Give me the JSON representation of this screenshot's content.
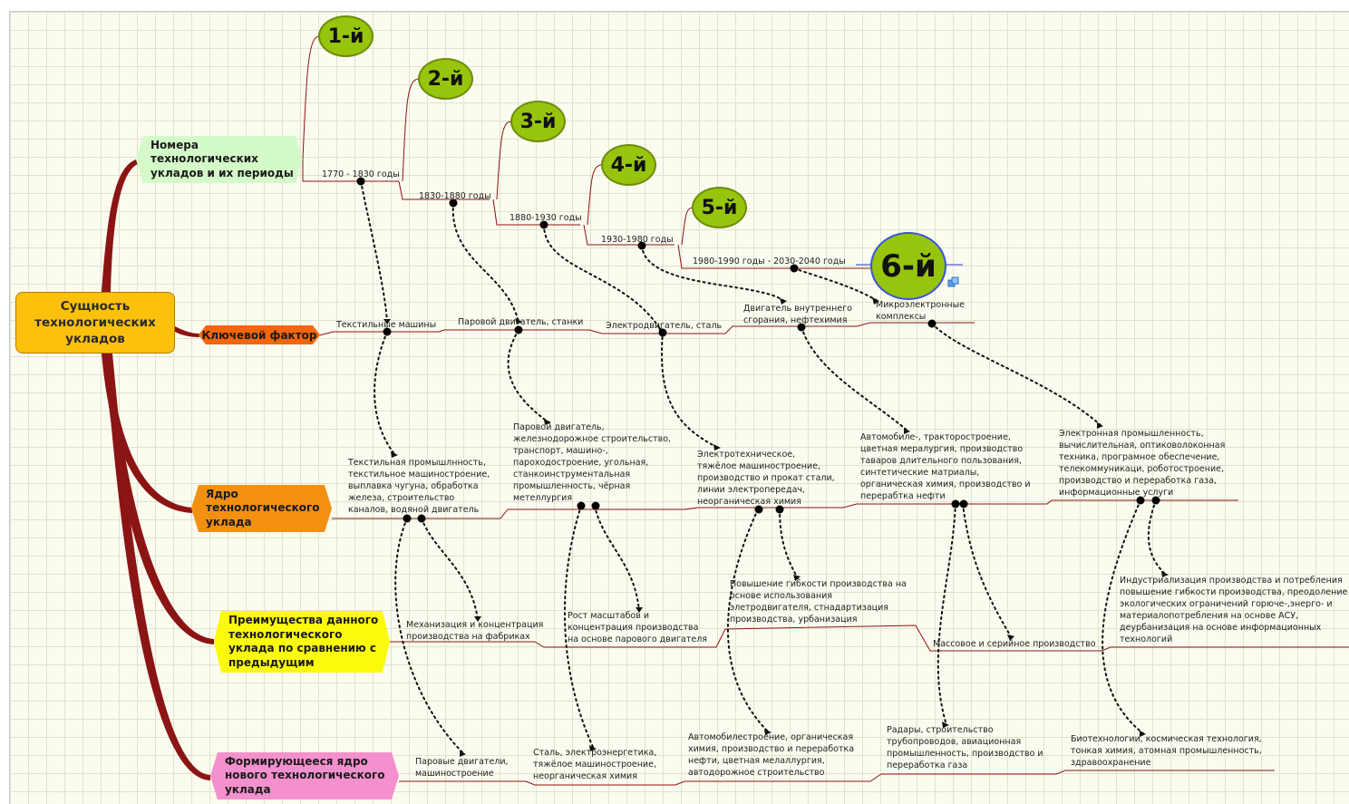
{
  "colors": {
    "root_fill": "#fcc10c",
    "periods_fill": "#d4fac9",
    "keyfactor_fill": "#f3660b",
    "core_fill": "#f39012",
    "advantages_fill": "#fbfa0a",
    "newcore_fill": "#f490cd",
    "circle_fill": "#97c40d",
    "branch": "#8b1414"
  },
  "root": {
    "label": "Сущность\nтехнологических\nукладов"
  },
  "branches": {
    "periods": "Номера\nтехнологических\nукладов и их  периоды",
    "key_factor": "Ключевой фактор",
    "core": "Ядро\nтехнологического\nуклада",
    "advantages": "Преимущества данного\nтехнологического\nуклада по сравнению с\nпредыдущим",
    "new_core": "Формирующееся ядро\nнового  технологического\nуклада"
  },
  "orders": [
    "1-й",
    "2-й",
    "3-й",
    "4-й",
    "5-й",
    "6-й"
  ],
  "periods": [
    "1770 - 1830 годы",
    "1830-1880 годы",
    "1880-1930 годы",
    "1930-1980 годы",
    "1980-1990 годы -  2030-2040 годы"
  ],
  "key_factors": [
    "Текстильные машины",
    "Паровой двигатель, станки",
    "Электродвигатель, сталь",
    "Двигатель внутреннего\nсгорания, нефтехимия",
    "Микроэлектронные\nкомплексы"
  ],
  "cores": [
    "Текстильная промышлнность,\nтекстильное машиностроение,\nвыплавка чугуна, обработка\nжелеза, строительство\nканалов, водяной двигатель",
    "Паровой двигатель,\nжелезнодорожное строительство,\nтранспорт, машино-,\nпароходостроение, угольная,\nстанкоинструментальная\nпромышленность, чёрная\nметеллургия",
    "Электротехническое,\nтяжёлое машиностроение,\nпроизводство и прокат стали,\nлинии электропередач,\nнеорганическая химия",
    "Автомобиле-, тракторостроение,\nцветная мералургия, производство\nтаваров длительного пользования,\nсинтетические матриалы,\nорганическая химия, производство и\nперерабтка нефти",
    "Электронная промышленность,\nвычислительная, оптиковолоконная\nтехника, програмное обеспечение,\nтелекоммуникаци, роботостроение,\nпроизводство и переработка газа,\nинформационные услуги"
  ],
  "advantages": [
    "Механизация и концентрация\nпроизводства на фабриках",
    "Рост масштабов и\nконцентрация производства\nна основе парового двигателя",
    "Повышение гибкости производства на\nоснове использования\nэлетродвигателя, стнадартизация\nпроизводства, урбанизация",
    "Массовое и серийное производство",
    "Индустриализация производства и потребления\nповышение гибкости производства, преодоление\nэкологических ограничений горюче-,энерго- и\nматериалопотребления на основе АСУ,\nдеурбанизация на основе информационных\nтехнологий"
  ],
  "new_cores": [
    "Паровые двигатели,\nмашиностроение",
    "Сталь, электроэнергетика,\nтяжёлое машиностроение,\nнеорганическая химия",
    "Автомобилестроение, органическая\nхимия, производство и переработка\nнефти, цветная мелаллургия,\nавтодорожное строительство",
    "Радары, строительство\nтрубопроводов, авиационная\nпромышленность, производство и\nпереработка газа",
    "Биотехнологии, космическая технология,\nтонкая химия, атомная промышленность,\nздравоохранение"
  ]
}
